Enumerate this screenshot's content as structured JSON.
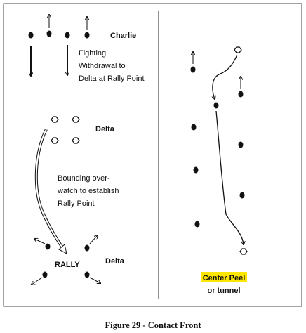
{
  "labels": {
    "charlie": "Charlie",
    "fighting_line1": "Fighting",
    "fighting_line2": "Withdrawal to",
    "fighting_line3": "Delta at Rally Point",
    "delta_top": "Delta",
    "bounding_line1": "Bounding over-",
    "bounding_line2": "watch to establish",
    "bounding_line3": "Rally Point",
    "rally": "RALLY",
    "delta_bottom": "Delta",
    "center_peel": "Center Peel",
    "or_tunnel": "or tunnel"
  },
  "caption": "Figure 29 - Contact Front",
  "colors": {
    "ink": "#111111",
    "highlight": "#ffe600",
    "border": "#444444"
  }
}
